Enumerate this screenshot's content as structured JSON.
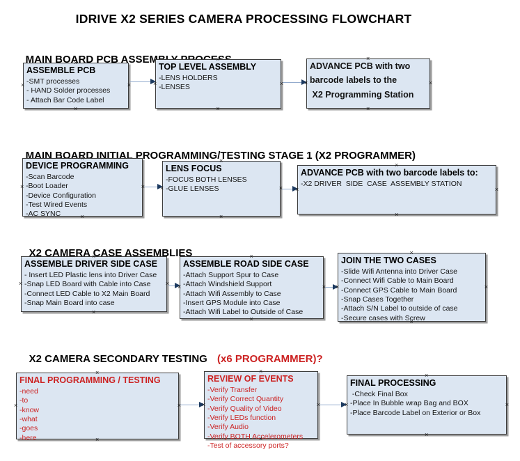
{
  "title": "IDRIVE X2  SERIES CAMERA PROCESSING FLOWCHART",
  "palette": {
    "box_fill": "#dce6f2",
    "box_border": "#3d3d3d",
    "box_shadow": "#9b9b9b",
    "connector_line": "#93abcd",
    "connector_arrowhead": "#1c3a60",
    "red_text": "#cc2222",
    "black_text": "#000000"
  },
  "sections": [
    {
      "heading": "MAIN BOARD PCB ASSEMBLY PROCESS",
      "boxes": [
        {
          "title": "ASSEMBLE PCB",
          "items": [
            "-SMT processes",
            "- HAND Solder processes",
            "- Attach Bar Code Label"
          ]
        },
        {
          "title": "TOP LEVEL ASSEMBLY",
          "items": [
            "-LENS HOLDERS",
            "-LENSES"
          ]
        },
        {
          "title": "",
          "items": [
            "ADVANCE PCB with two",
            "barcode labels to the",
            " X2 Programming Station"
          ]
        }
      ]
    },
    {
      "heading": "MAIN BOARD INITIAL PROGRAMMING/TESTING STAGE 1 (X2 PROGRAMMER)",
      "boxes": [
        {
          "title": "DEVICE PROGRAMMING",
          "items": [
            "-Scan Barcode",
            "-Boot Loader",
            "-Device Configuration",
            "-Test Wired Events",
            "-AC SYNC"
          ]
        },
        {
          "title": "LENS FOCUS",
          "items": [
            "-FOCUS BOTH LENSES",
            "-GLUE LENSES"
          ]
        },
        {
          "title": "ADVANCE PCB with two barcode labels to:",
          "items": [
            "-X2 DRIVER  SIDE  CASE  ASSEMBLY STATION"
          ]
        }
      ]
    },
    {
      "heading": "X2 CAMERA CASE ASSEMBLIES",
      "boxes": [
        {
          "title": "ASSEMBLE DRIVER SIDE CASE",
          "items": [
            "- Insert LED Plastic lens into Driver Case",
            "-Snap LED Board with Cable into Case",
            "-Connect LED Cable to X2 Main Board",
            "-Snap Main Board into case"
          ]
        },
        {
          "title": "ASSEMBLE ROAD SIDE CASE",
          "items": [
            "-Attach Support Spur to Case",
            "-Attach Windshield Support",
            "-Attach Wifi Assembly to Case",
            "-Insert GPS Module into Case",
            "-Attach Wifi Label to Outside of Case"
          ]
        },
        {
          "title": "JOIN THE TWO CASES",
          "items": [
            "-Slide Wifi Antenna into Driver Case",
            "-Connect Wifi Cable to Main Board",
            "-Connect GPS Cable to Main Board",
            "-Snap Cases Together",
            "-Attach S/N Label to outside of case",
            "-Secure cases with Screw"
          ]
        }
      ]
    },
    {
      "heading": "X2 CAMERA SECONDARY TESTING ",
      "heading_suffix": "(x6 PROGRAMMER)?",
      "boxes": [
        {
          "title": "FINAL PROGRAMMING / TESTING",
          "items": [
            "-need",
            "-to",
            "-know",
            "-what",
            "-goes",
            "-here"
          ]
        },
        {
          "title": "REVIEW OF EVENTS",
          "items": [
            "-Verify Transfer",
            "-Verify Correct Quantity",
            "-Verify Quality of Video",
            "-Verify LEDs function",
            "-Verify Audio",
            "-Verify BOTH Accelerometers",
            "-Test of accessory ports?"
          ]
        },
        {
          "title": "FINAL PROCESSING",
          "items": [
            " -Check Final Box",
            "-Place In Bubble wrap Bag and BOX",
            "-Place Barcode Label on Exterior or Box"
          ]
        }
      ]
    }
  ]
}
